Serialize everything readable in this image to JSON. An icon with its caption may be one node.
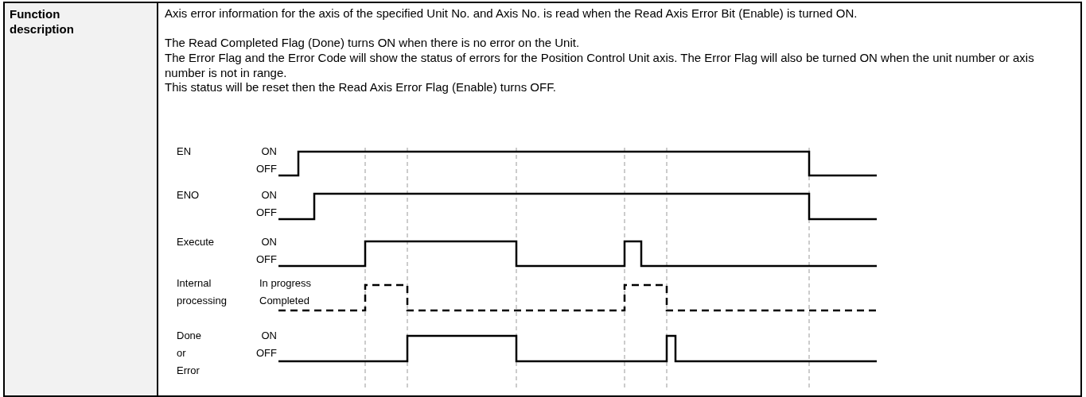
{
  "diagram": {
    "labels": [
      "Function description",
      "Axis error information for the axis of the specified Unit No. and Axis No. is read when the Read Axis Error Bit (Enable) is turned ON.",
      "The Read Completed Flag (Done) turns ON when there is no error on the Unit.",
      "The Error Flag and the Error Code will show the status of errors for the Position Control Unit axis. The Error Flag will also be turned ON when the unit number or axis number is not in range.",
      "This status will be reset then the Read Axis Error Flag (Enable) turns OFF.",
      "EN",
      "ON",
      "OFF",
      "ENO",
      "ON",
      "OFF",
      "Execute",
      "ON",
      "OFF",
      "Internal processing",
      "In progress",
      "Completed",
      "Done or Error",
      "ON",
      "OFF"
    ]
  }
}
